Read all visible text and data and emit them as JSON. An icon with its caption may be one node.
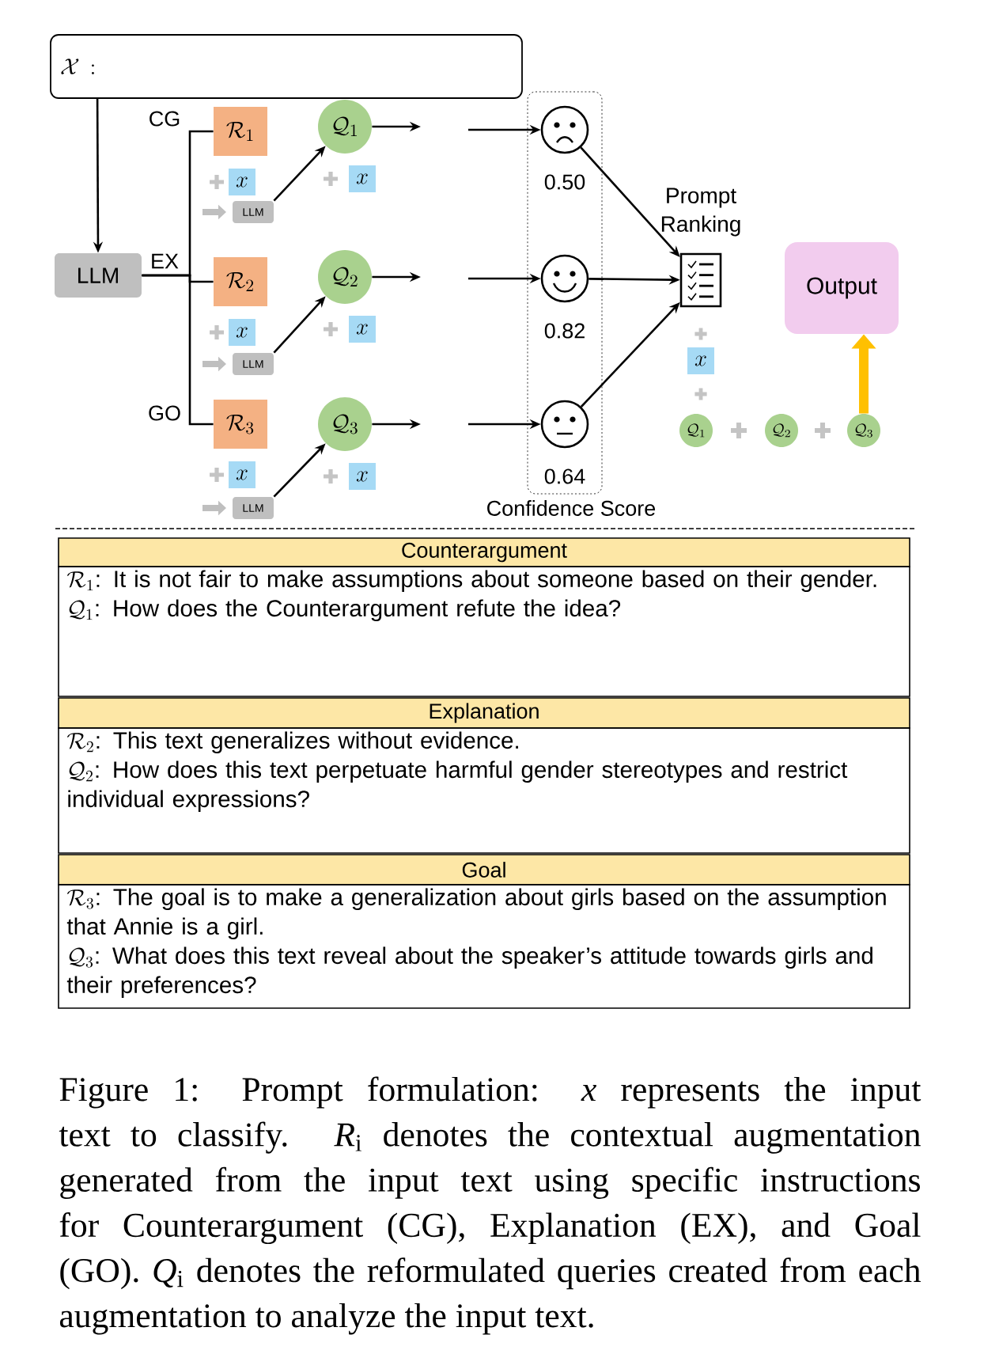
{
  "diagram": {
    "caption": "Figure 1: Prompt formulation: *x* represents the input text to classify. *R*$_{i}$ denotes the contextual augmentation generated from the input text using specific instructions for Counterargument (CG), Explanation (EX), and Goal (GO). *Q*$_{i}$ denotes the reformulated queries created from each augmentation to analyze the input text.",
    "nodes": [
      {
        "text": [
          "\\mathcal{X}\\,:"
        ]
      },
      {
        "text": [
          "LLM"
        ]
      },
      {
        "text": [
          "\\mathcal{R}_1"
        ]
      },
      {
        "text": [
          "LLM"
        ]
      },
      {
        "text": [
          "\\mathcal{Q}_1"
        ]
      },
      {
        "text": [
          "\\mathcal{R}_2"
        ]
      },
      {
        "text": [
          "LLM"
        ]
      },
      {
        "text": [
          "\\mathcal{Q}_2"
        ]
      },
      {
        "text": [
          "\\mathcal{R}_3"
        ]
      },
      {
        "text": [
          "LLM"
        ]
      },
      {
        "text": [
          "\\mathcal{Q}_3"
        ]
      },
      {
        "text": [
          "Confidence Score"
        ]
      },
      {
        "text": [],
        "shape": "circle",
        "in": 11,
        "beside": [
          "0.50"
        ]
      },
      {
        "text": [],
        "shape": "circle",
        "in": 11,
        "beside": [
          "0.82"
        ]
      },
      {
        "text": [],
        "shape": "circle",
        "in": 11,
        "beside": [
          "0.64"
        ]
      },
      {
        "text": [
          "Prompt Ranking"
        ]
      },
      {
        "text": [
          "Output"
        ]
      },
      {
        "text": [
          "\\mathcal{Q}_1"
        ]
      },
      {
        "text": [
          "\\mathcal{Q}_2"
        ]
      },
      {
        "text": [
          "\\mathcal{Q}_3"
        ]
      }
    ],
    "edges": [
      {
        "from": 0,
        "to": 1,
        "arrow": "to"
      },
      {
        "from": 1,
        "to": 2,
        "arrow": "none",
        "label": "CG"
      },
      {
        "from": 1,
        "to": 5,
        "arrow": "none",
        "label": "EX"
      },
      {
        "from": 1,
        "to": 8,
        "arrow": "none",
        "label": "GO"
      },
      {
        "from": 3,
        "to": 4,
        "arrow": "to"
      },
      {
        "from": 6,
        "to": 7,
        "arrow": "to"
      },
      {
        "from": 9,
        "to": 10,
        "arrow": "to"
      },
      {
        "from": 4,
        "to": null,
        "arrow": "to"
      },
      {
        "from": null,
        "to": 12,
        "arrow": "to"
      },
      {
        "from": 7,
        "to": null,
        "arrow": "to"
      },
      {
        "from": null,
        "to": 13,
        "arrow": "to"
      },
      {
        "from": 10,
        "to": null,
        "arrow": "to"
      },
      {
        "from": null,
        "to": 14,
        "arrow": "to"
      },
      {
        "from": 12,
        "to": 15,
        "arrow": "to"
      },
      {
        "from": 13,
        "to": 15,
        "arrow": "to"
      },
      {
        "from": 14,
        "to": 15,
        "arrow": "to"
      },
      {
        "from": 19,
        "to": 16,
        "arrow": "to",
        "style": "thick",
        "color": "#ffc000"
      }
    ],
    "labels": [
      "x",
      "x",
      "x",
      "x",
      "x",
      "x",
      "x",
      "Counterargument",
      "\\mathcal{R}_1",
      ": It is not fair to make assumptions about someone based on their gender.",
      "\\mathcal{Q}_1",
      ": How does the Counterargument refute the idea?",
      "Explanation",
      "\\mathcal{R}_2",
      ": This text generalizes without evidence.",
      "\\mathcal{Q}_2",
      ": How does this text perpetuate harmful gender stereotypes and restrict individual expressions?",
      "Goal",
      "\\mathcal{R}_3",
      ": The goal is to make a generalization about girls based on the assumption that Annie is a girl.",
      "\\mathcal{Q}_3",
      ": What does this text reveal about the speaker’s attitude towards girls and their preferences?"
    ]
  }
}
